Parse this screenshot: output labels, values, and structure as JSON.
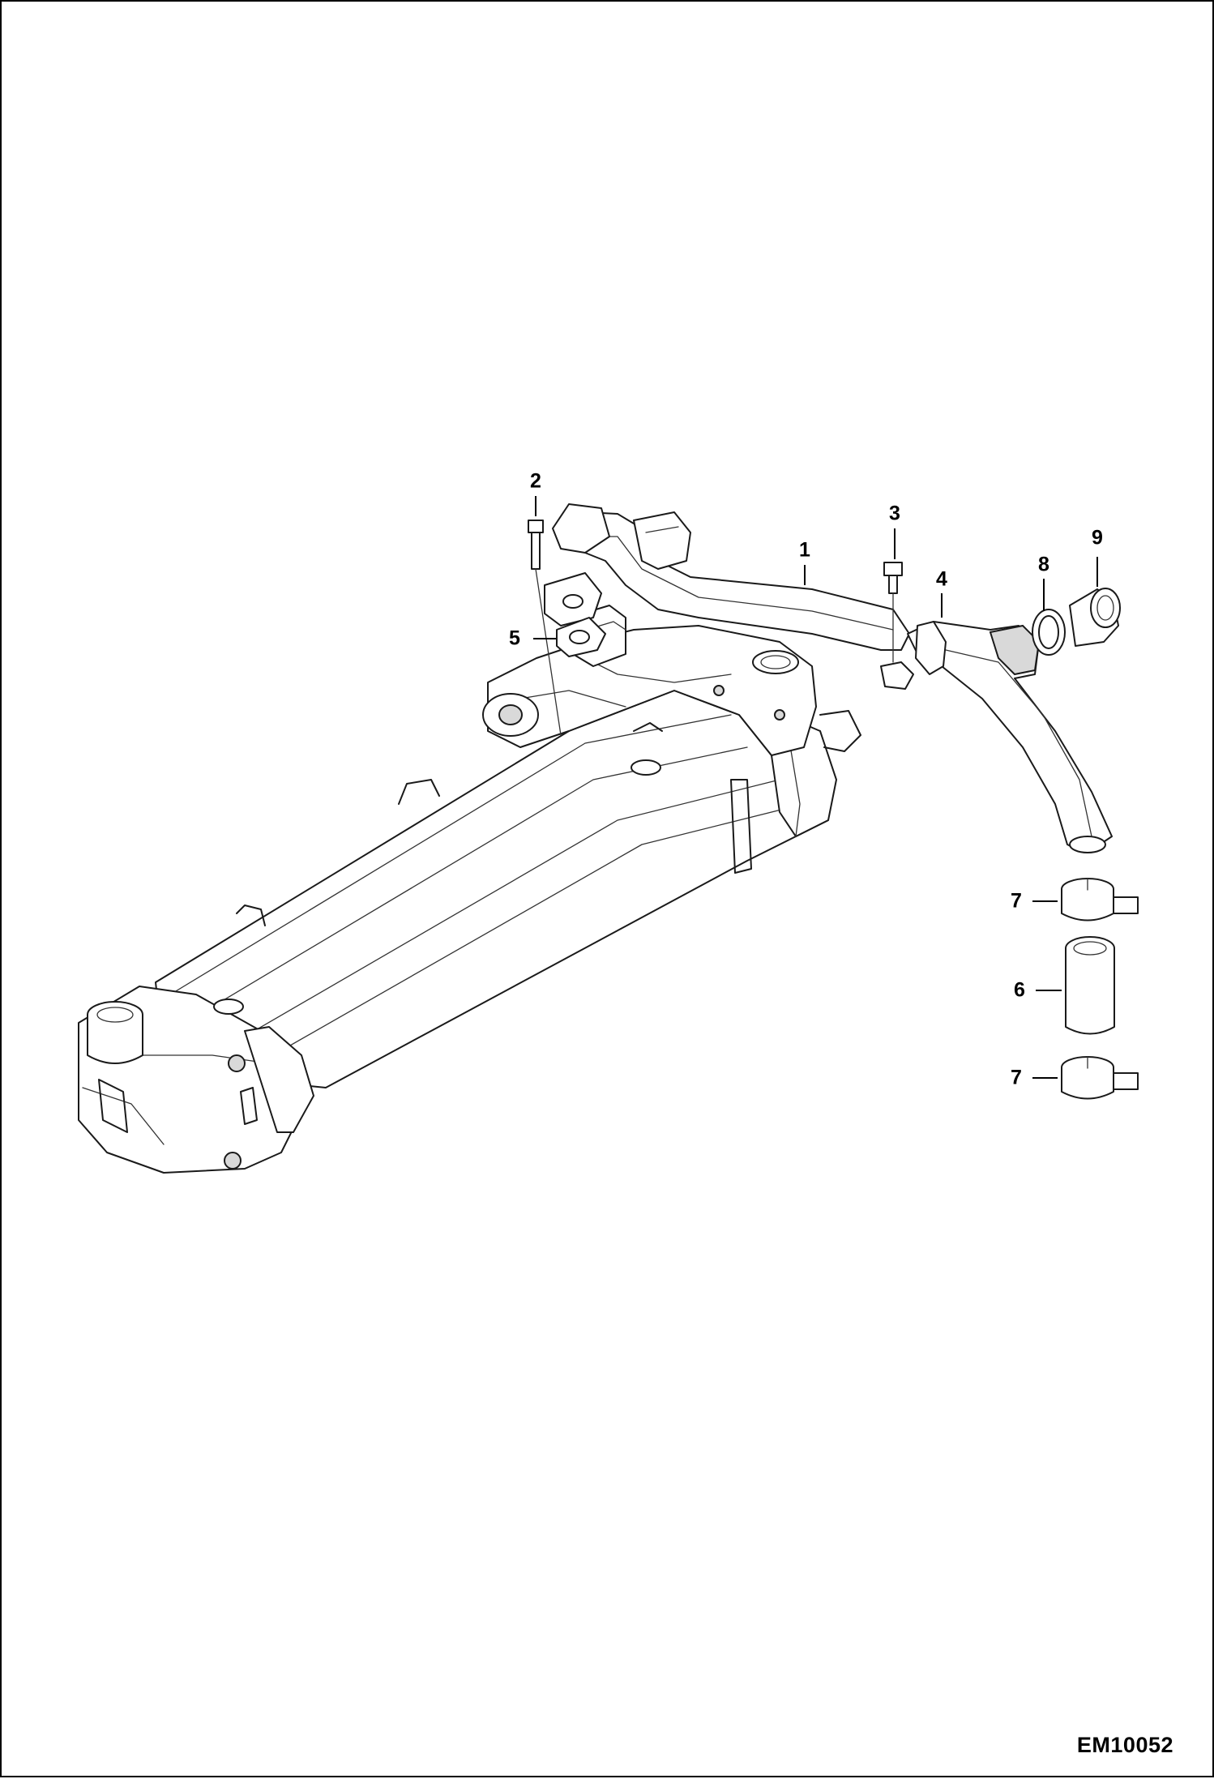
{
  "figure": {
    "id": "EM10052",
    "callouts": [
      "1",
      "2",
      "3",
      "4",
      "5",
      "6",
      "7",
      "7",
      "8",
      "9"
    ]
  }
}
